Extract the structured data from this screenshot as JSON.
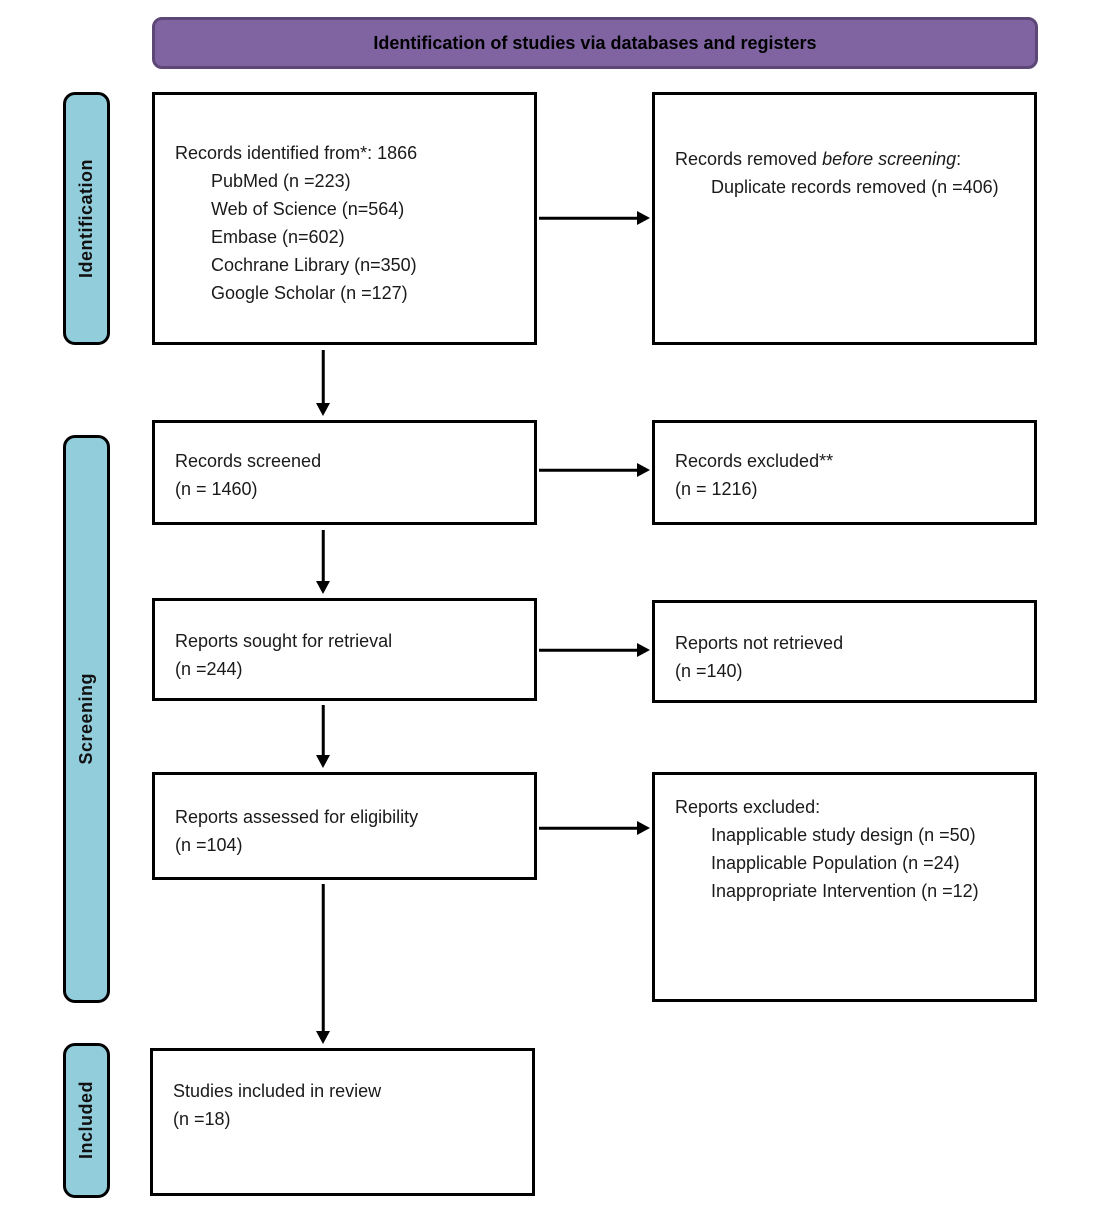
{
  "header": {
    "title": "Identification of studies via databases and registers"
  },
  "stages": {
    "identification": "Identification",
    "screening": "Screening",
    "included": "Included"
  },
  "boxes": {
    "records_identified": {
      "line1": "Records identified from*: 1866",
      "items": [
        "PubMed (n =223)",
        "Web of Science (n=564)",
        "Embase (n=602)",
        "Cochrane Library (n=350)",
        "Google Scholar (n =127)"
      ]
    },
    "records_removed": {
      "prefix": "Records removed ",
      "italic": "before screening",
      "suffix": ":",
      "items": [
        "Duplicate records removed (n =406)"
      ]
    },
    "records_screened": {
      "line1": "Records screened",
      "line2": "(n = 1460)"
    },
    "records_excluded": {
      "line1": "Records excluded**",
      "line2": "(n = 1216)"
    },
    "reports_sought": {
      "line1": "Reports sought for retrieval",
      "line2": "(n =244)"
    },
    "reports_not_retrieved": {
      "line1": "Reports not retrieved",
      "line2": "(n =140)"
    },
    "reports_assessed": {
      "line1": "Reports assessed for eligibility",
      "line2": "(n =104)"
    },
    "reports_excluded": {
      "line1": "Reports excluded:",
      "items": [
        "Inapplicable study design (n =50)",
        "Inapplicable Population (n =24)",
        "Inappropriate Intervention (n =12)"
      ]
    },
    "studies_included": {
      "line1": "Studies included in review",
      "line2": "(n =18)"
    }
  },
  "colors": {
    "header_fill": "#8064A2",
    "header_border": "#5C4776",
    "stage_fill": "#92CDDC",
    "box_border": "#000000"
  }
}
